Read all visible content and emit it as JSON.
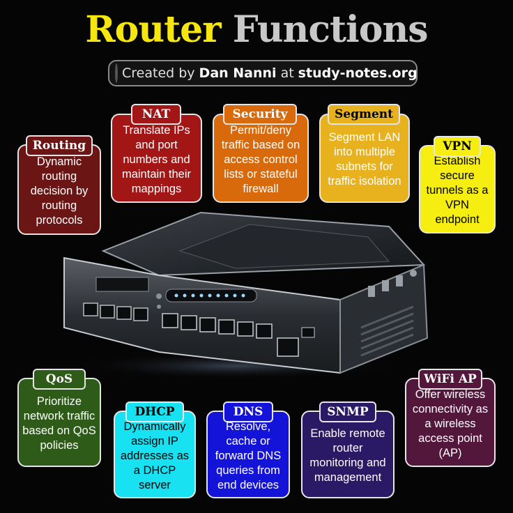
{
  "title": {
    "part1": "Router",
    "part2": "Functions"
  },
  "credit": {
    "prefix": "Created by",
    "author": "Dan Nanni",
    "middle": "at",
    "site": "study-notes.org"
  },
  "functions": [
    {
      "id": "routing",
      "label": "Routing",
      "description": "Dynamic routing decision by routing protocols",
      "color": "#6b1515"
    },
    {
      "id": "nat",
      "label": "NAT",
      "description": "Translate IPs and port numbers and maintain their mappings",
      "color": "#a31616"
    },
    {
      "id": "security",
      "label": "Security",
      "description": "Permit/deny traffic based on access control lists or stateful firewall",
      "color": "#d96a0c"
    },
    {
      "id": "segment",
      "label": "Segment",
      "description": "Segment LAN into multiple subnets for traffic isolation",
      "color": "#e8b21f"
    },
    {
      "id": "vpn",
      "label": "VPN",
      "description": "Establish secure tunnels as a VPN endpoint",
      "color": "#f5ee10"
    },
    {
      "id": "qos",
      "label": "QoS",
      "description": "Prioritize network traffic based on QoS policies",
      "color": "#2e5c18"
    },
    {
      "id": "dhcp",
      "label": "DHCP",
      "description": "Dynamically assign IP addresses as a DHCP server",
      "color": "#18e2f2"
    },
    {
      "id": "dns",
      "label": "DNS",
      "description": "Resolve, cache or forward DNS queries from end devices",
      "color": "#1414d8"
    },
    {
      "id": "snmp",
      "label": "SNMP",
      "description": "Enable remote router monitoring and management",
      "color": "#2a1a66"
    },
    {
      "id": "wifi",
      "label": "WiFi AP",
      "description": "Offer wireless connectivity as a wireless access point (AP)",
      "color": "#54173c"
    }
  ]
}
